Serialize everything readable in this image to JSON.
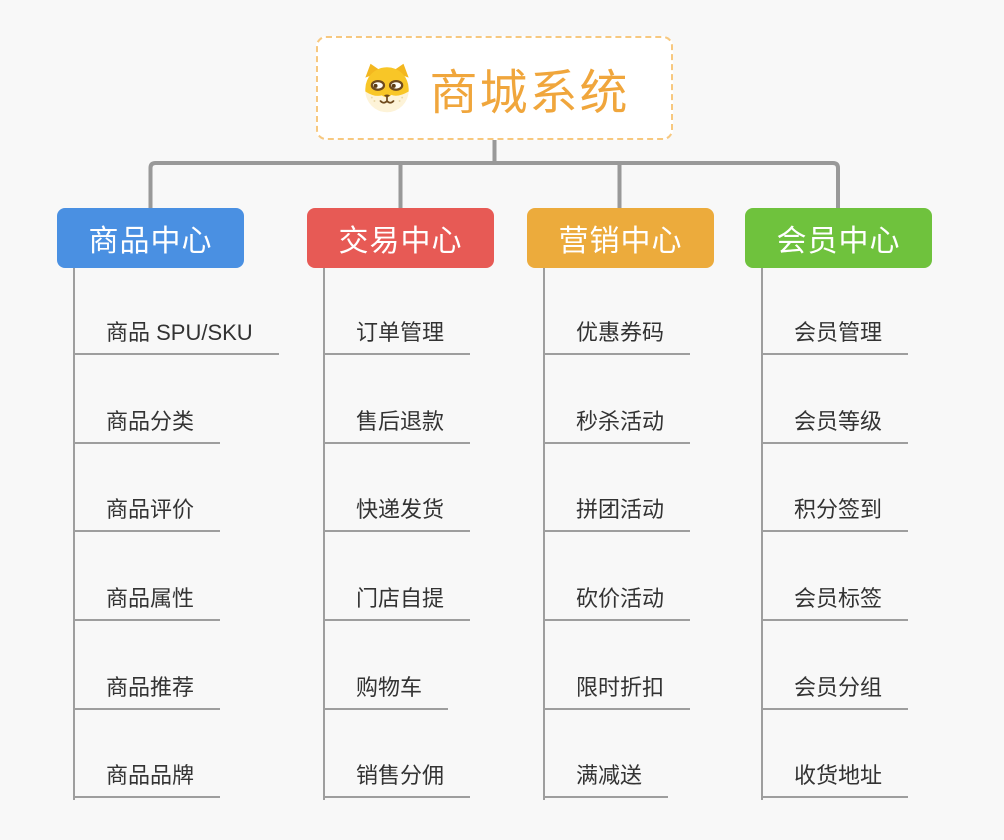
{
  "root": {
    "title": "商城系统",
    "icon": "shiba-dog-icon",
    "accent_color": "#f0a63c",
    "border_color": "#f7c87f"
  },
  "style": {
    "connector_color": "#999999",
    "child_line_color": "#9e9e9e",
    "background_color": "#f8f8f8"
  },
  "branches": [
    {
      "label": "商品中心",
      "color": "#4a90e2",
      "children": [
        "商品 SPU/SKU",
        "商品分类",
        "商品评价",
        "商品属性",
        "商品推荐",
        "商品品牌"
      ]
    },
    {
      "label": "交易中心",
      "color": "#e75a55",
      "children": [
        "订单管理",
        "售后退款",
        "快递发货",
        "门店自提",
        "购物车",
        "销售分佣"
      ]
    },
    {
      "label": "营销中心",
      "color": "#ecab3c",
      "children": [
        "优惠券码",
        "秒杀活动",
        "拼团活动",
        "砍价活动",
        "限时折扣",
        "满减送"
      ]
    },
    {
      "label": "会员中心",
      "color": "#6fc23d",
      "children": [
        "会员管理",
        "会员等级",
        "积分签到",
        "会员标签",
        "会员分组",
        "收货地址"
      ]
    }
  ]
}
